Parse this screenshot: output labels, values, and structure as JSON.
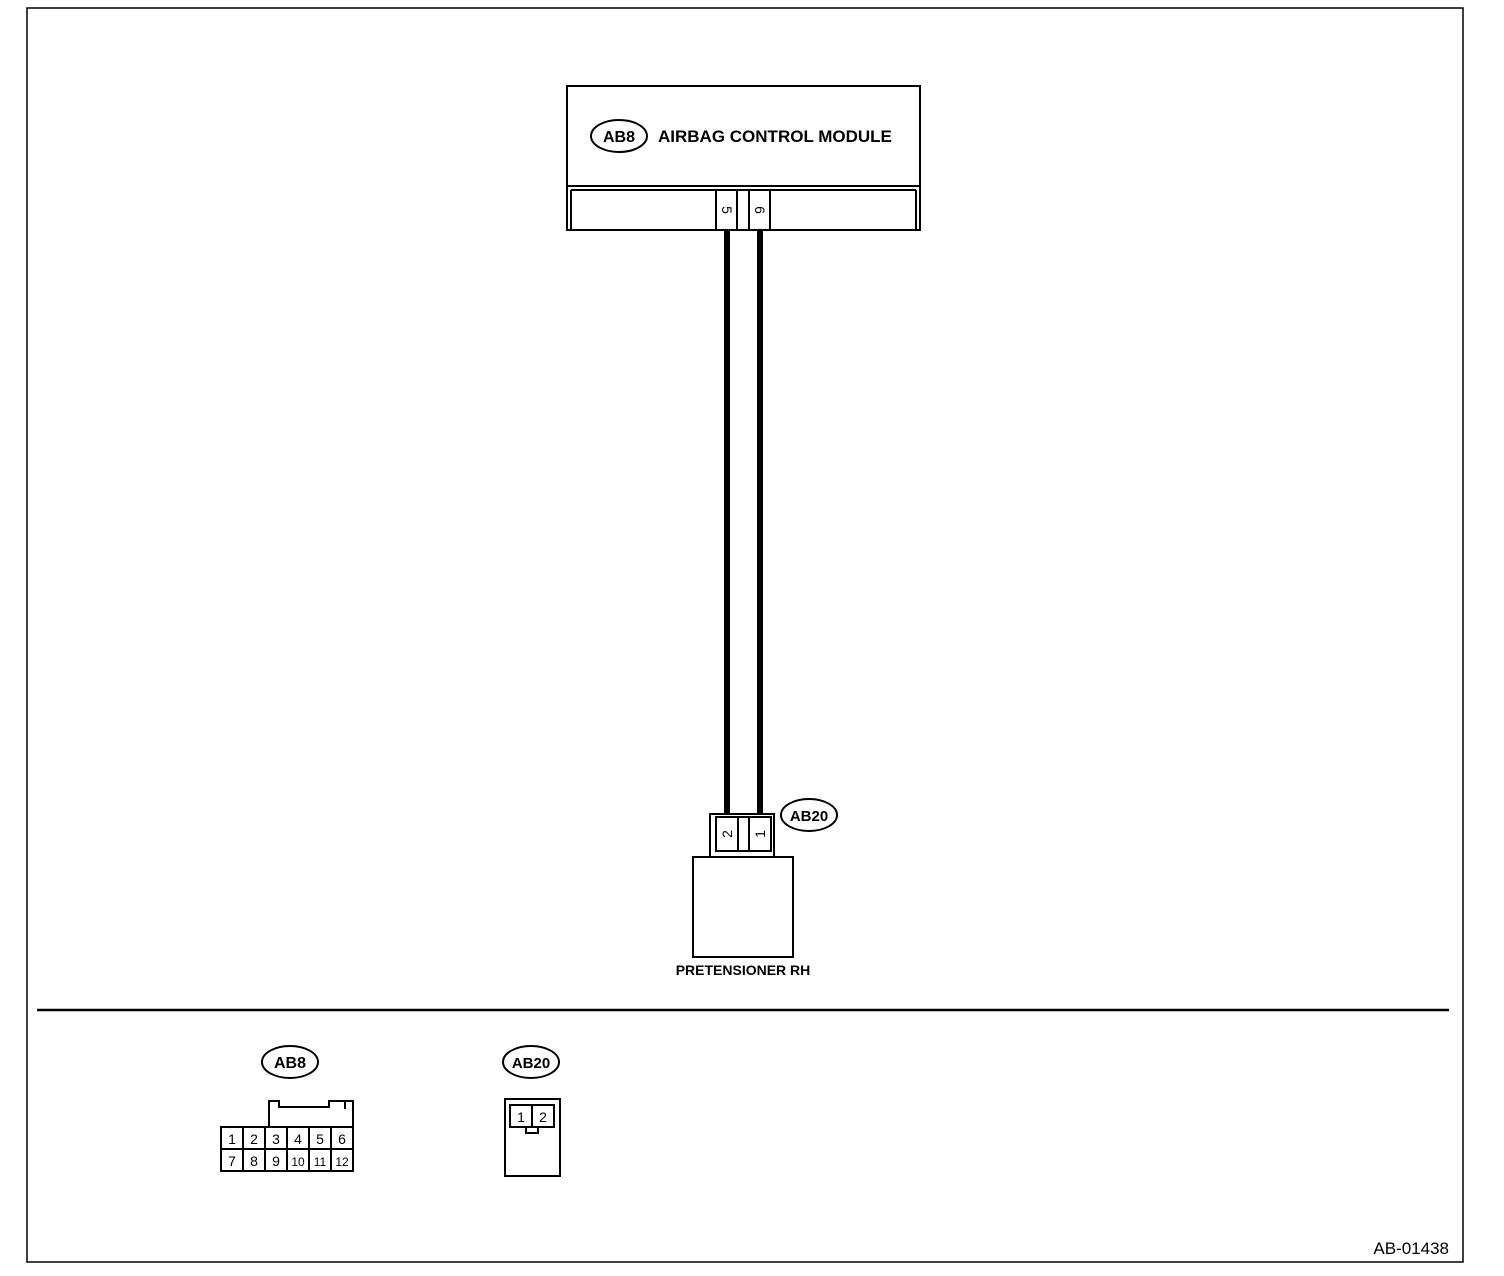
{
  "drawing_id": "AB-01438",
  "module": {
    "connector_tag": "AB8",
    "name": "AIRBAG CONTROL MODULE",
    "pins": [
      "5",
      "6"
    ]
  },
  "pretensioner": {
    "connector_tag": "AB20",
    "name": "PRETENSIONER RH",
    "pins": [
      "2",
      "1"
    ]
  },
  "connector_views": {
    "ab8": {
      "tag": "AB8",
      "row1": [
        "1",
        "2",
        "3",
        "4",
        "5",
        "6"
      ],
      "row2": [
        "7",
        "8",
        "9",
        "10",
        "11",
        "12"
      ]
    },
    "ab20": {
      "tag": "AB20",
      "pins": [
        "1",
        "2"
      ]
    }
  }
}
